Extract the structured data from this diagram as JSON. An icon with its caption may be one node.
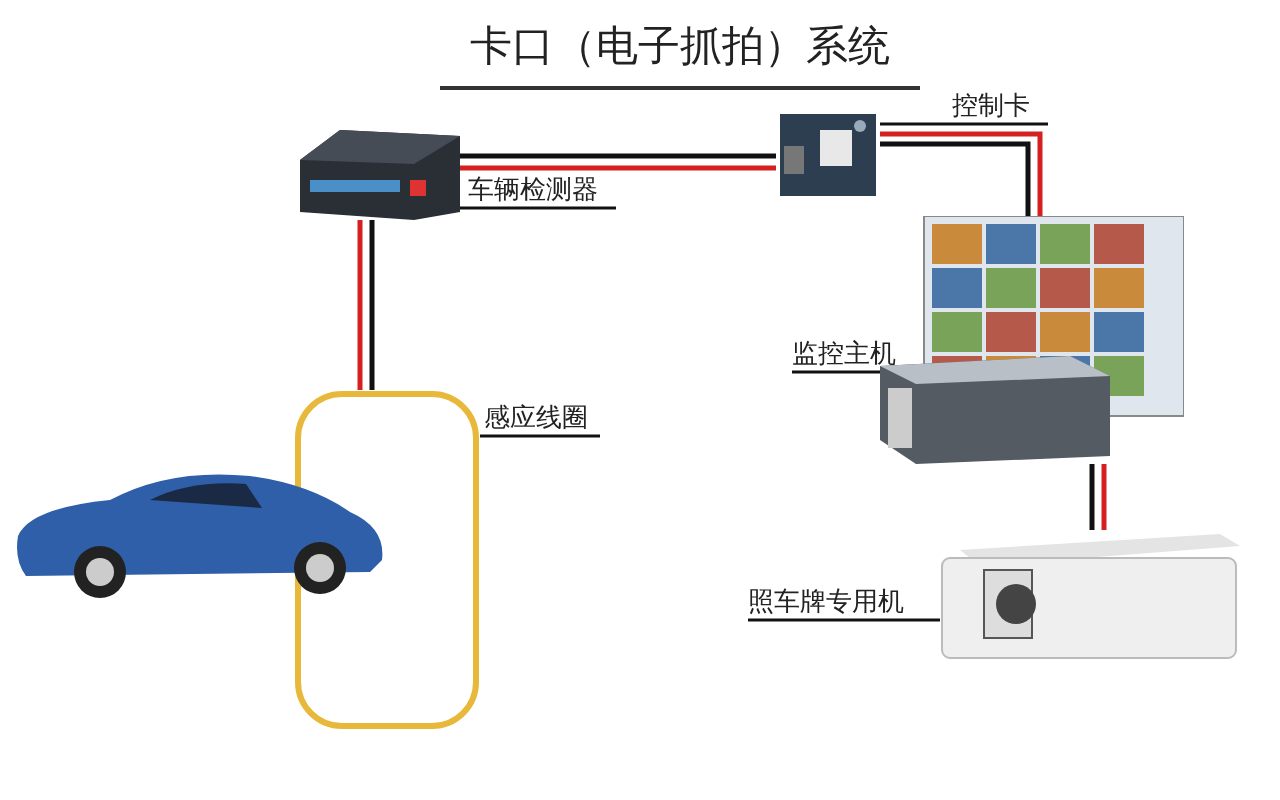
{
  "diagram": {
    "title": "卡口（电子抓拍）系统",
    "nodes": [
      {
        "text": [],
        "shape": "picture"
      },
      {
        "text": [
          "车辆检测器"
        ]
      },
      {
        "text": [],
        "shape": "picture"
      },
      {
        "text": [
          "控制卡"
        ]
      },
      {
        "text": [],
        "shape": "picture"
      },
      {
        "text": [
          "监控主机"
        ]
      },
      {
        "text": [],
        "shape": "picture"
      },
      {
        "text": [
          "照车牌专用机"
        ]
      },
      {
        "text": [],
        "shape": "loop"
      },
      {
        "text": [
          "感应线圈"
        ]
      },
      {
        "text": [],
        "shape": "picture"
      }
    ],
    "edges": [
      {
        "from": 0,
        "to": 2,
        "arrow": "none"
      },
      {
        "from": 0,
        "to": 2,
        "arrow": "none",
        "color": "#d42020"
      },
      {
        "from": 2,
        "to": 4,
        "arrow": "none"
      },
      {
        "from": 2,
        "to": 4,
        "arrow": "none",
        "color": "#d42020"
      },
      {
        "from": 4,
        "to": 6,
        "arrow": "none"
      },
      {
        "from": 4,
        "to": 6,
        "arrow": "none",
        "color": "#d42020"
      },
      {
        "from": 0,
        "to": 8,
        "arrow": "none"
      },
      {
        "from": 0,
        "to": 8,
        "arrow": "none",
        "color": "#d42020"
      },
      {
        "from": 1,
        "to": 0,
        "arrow": "none"
      },
      {
        "from": 3,
        "to": 2,
        "arrow": "none"
      },
      {
        "from": 5,
        "to": 4,
        "arrow": "none"
      },
      {
        "from": 7,
        "to": 6,
        "arrow": "none"
      },
      {
        "from": 9,
        "to": 8,
        "arrow": "none"
      }
    ]
  }
}
